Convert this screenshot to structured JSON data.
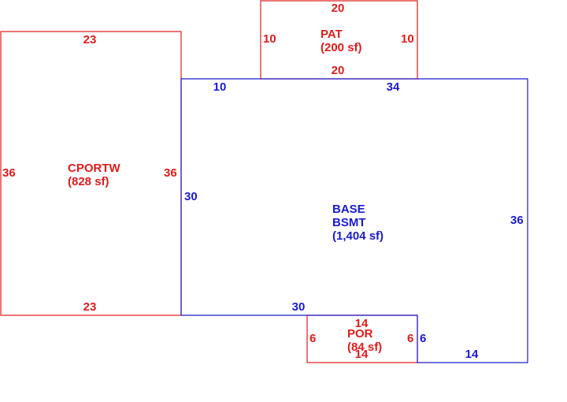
{
  "colors": {
    "red": "#e01b1b",
    "blue": "#1a1ad0",
    "background": "#ffffff"
  },
  "areas": {
    "cportw": {
      "name": "CPORTW",
      "area": "(828 sf)"
    },
    "pat": {
      "name": "PAT",
      "area": "(200 sf)"
    },
    "base": {
      "name": "BASE",
      "sub": "BSMT",
      "area": "(1,404 sf)"
    },
    "por": {
      "name": "POR",
      "area": "(84 sf)"
    }
  },
  "dims": {
    "cportw_top": "23",
    "cportw_bottom": "23",
    "cportw_left": "36",
    "cportw_right": "36",
    "pat_top": "20",
    "pat_bottom": "20",
    "pat_left": "10",
    "pat_right": "10",
    "base_top_left": "10",
    "base_top_right": "34",
    "base_left": "30",
    "base_right": "36",
    "base_bottom_left": "30",
    "base_bottom_right": "14",
    "base_notch": "6",
    "por_top": "14",
    "por_bottom": "14",
    "por_left": "6",
    "por_right": "6"
  }
}
